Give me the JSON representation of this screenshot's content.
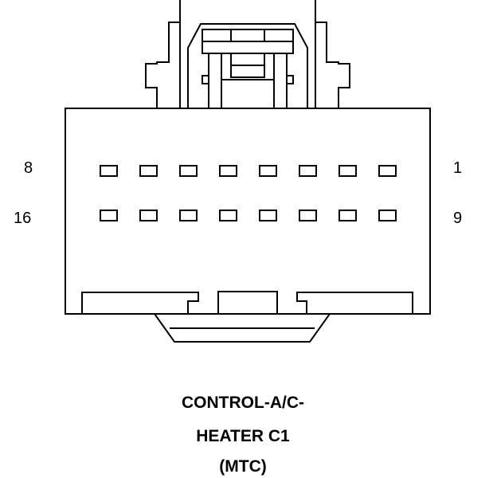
{
  "connector": {
    "pin_labels": {
      "top_left": "8",
      "top_right": "1",
      "bottom_left": "16",
      "bottom_right": "9"
    },
    "pins_per_row": 8,
    "rows": 2
  },
  "caption": {
    "line1": "CONTROL-A/C-",
    "line2": "HEATER C1",
    "line3": "(MTC)"
  },
  "colors": {
    "line": "#000000",
    "background": "#ffffff"
  }
}
